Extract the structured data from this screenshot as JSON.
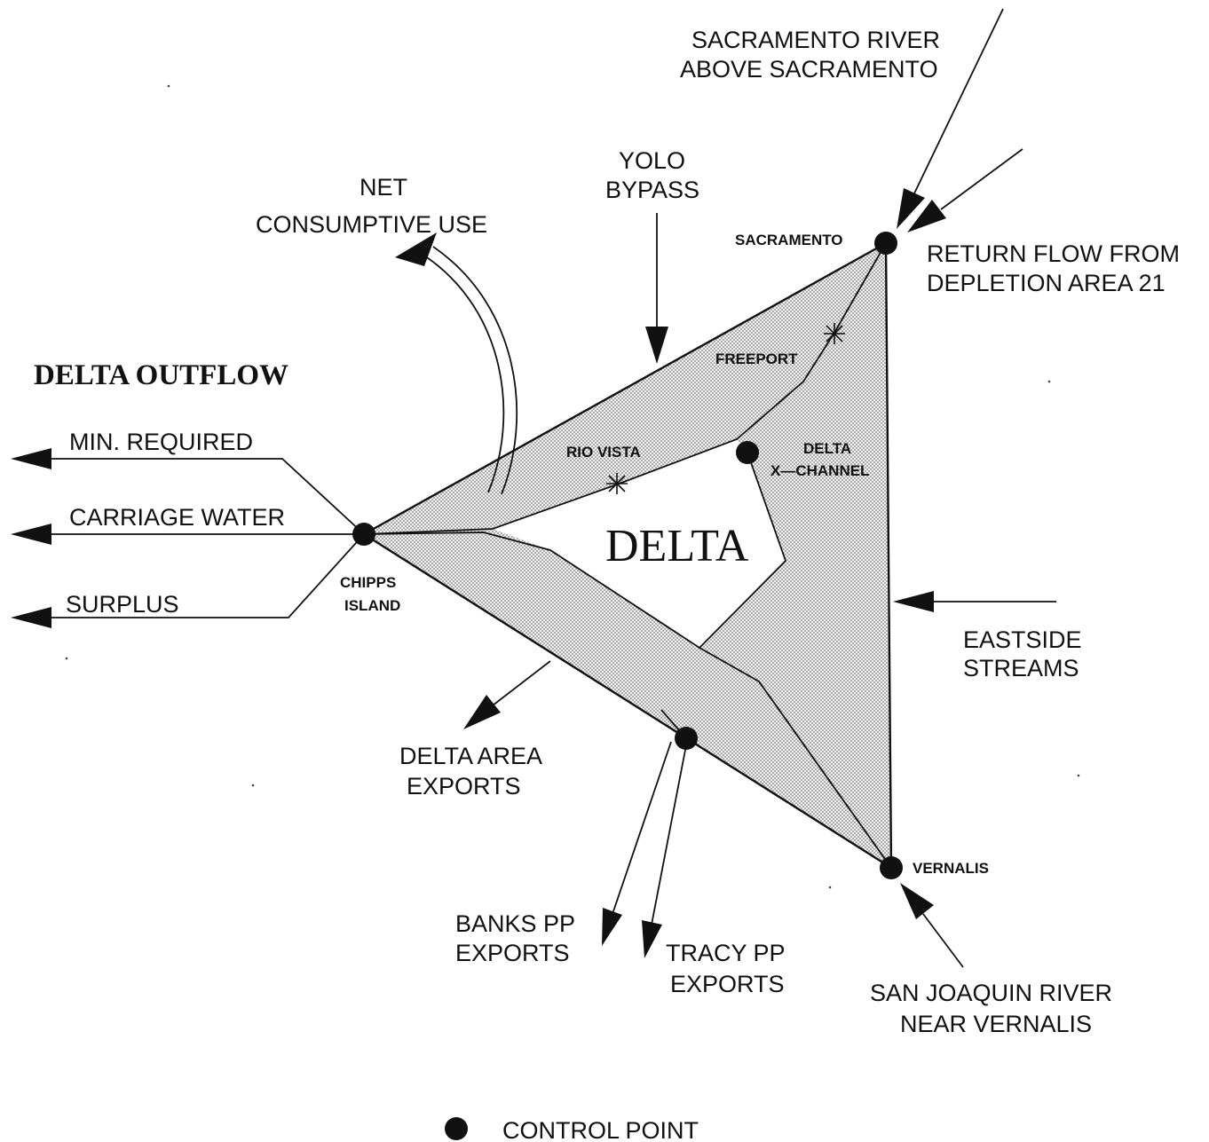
{
  "labels": {
    "delta_outflow": "DELTA OUTFLOW",
    "min_required": "MIN. REQUIRED",
    "carriage_water": "CARRIAGE WATER",
    "surplus": "SURPLUS",
    "net": "NET",
    "consumptive_use": "CONSUMPTIVE USE",
    "yolo": "YOLO",
    "bypass": "BYPASS",
    "sac_river_1": "SACRAMENTO RIVER",
    "sac_river_2": "ABOVE SACRAMENTO",
    "return_flow_1": "RETURN FLOW FROM",
    "return_flow_2": "DEPLETION AREA 21",
    "eastside_1": "EASTSIDE",
    "eastside_2": "STREAMS",
    "sjr_1": "SAN JOAQUIN RIVER",
    "sjr_2": "NEAR VERNALIS",
    "delta_area_1": "DELTA AREA",
    "delta_area_2": "EXPORTS",
    "banks_1": "BANKS PP",
    "banks_2": "EXPORTS",
    "tracy_1": "TRACY PP",
    "tracy_2": "EXPORTS",
    "delta": "DELTA",
    "legend_control_point": "CONTROL POINT"
  },
  "nodes": {
    "sacramento": "SACRAMENTO",
    "freeport": "FREEPORT",
    "rio_vista": "RIO VISTA",
    "delta_xchannel_1": "DELTA",
    "delta_xchannel_2": "X—CHANNEL",
    "chipps_1": "CHIPPS",
    "chipps_2": "ISLAND",
    "vernalis": "VERNALIS"
  },
  "colors": {
    "ink": "#111111",
    "fill_stipple": "#9a9a9a",
    "background": "#ffffff"
  }
}
